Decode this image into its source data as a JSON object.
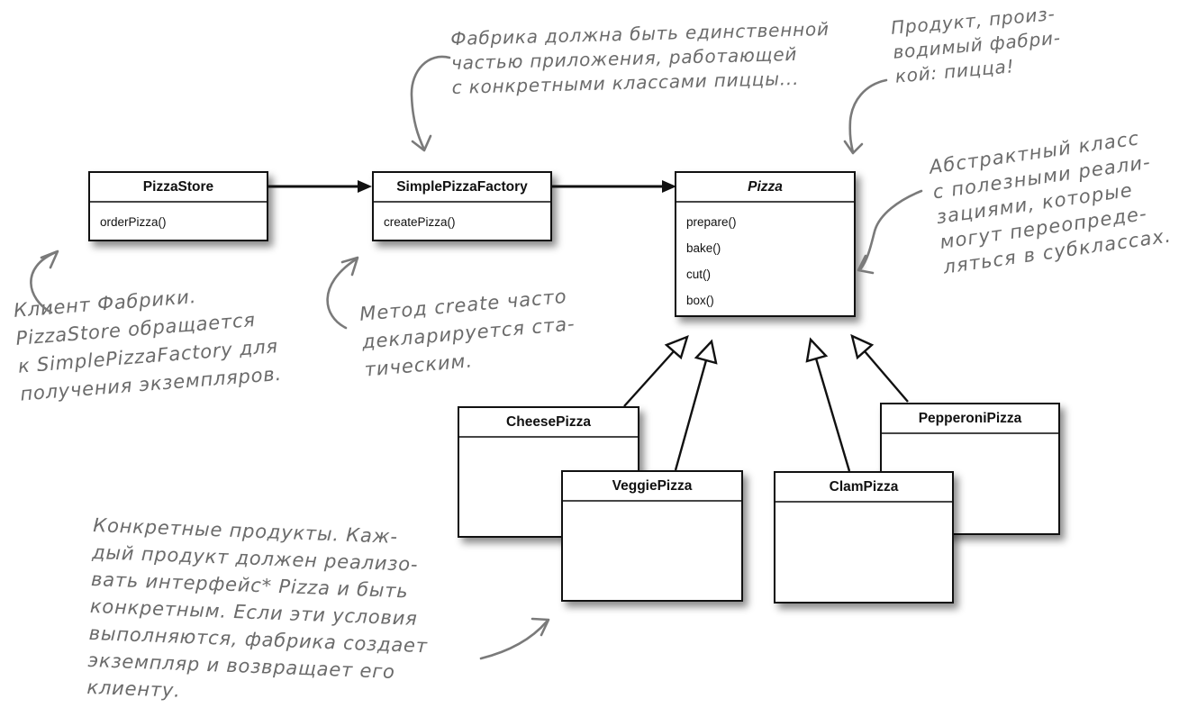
{
  "diagram": {
    "classes": {
      "pizza_store": {
        "name": "PizzaStore",
        "methods": [
          "orderPizza()"
        ]
      },
      "simple_pizza_factory": {
        "name": "SimplePizzaFactory",
        "methods": [
          "createPizza()"
        ]
      },
      "pizza": {
        "name": "Pizza",
        "abstract": true,
        "methods": [
          "prepare()",
          "bake()",
          "cut()",
          "box()"
        ]
      },
      "cheese_pizza": {
        "name": "CheesePizza",
        "methods": []
      },
      "veggie_pizza": {
        "name": "VeggiePizza",
        "methods": []
      },
      "clam_pizza": {
        "name": "ClamPizza",
        "methods": []
      },
      "pepperoni_pizza": {
        "name": "PepperoniPizza",
        "methods": []
      }
    },
    "annotations": {
      "factory_note": {
        "lines": [
          "Фабрика должна быть единственной",
          "частью приложения, работающей",
          "с конкретными классами пиццы..."
        ]
      },
      "product_note": {
        "lines": [
          "Продукт, произ-",
          "водимый фабри-",
          "кой: пицца!"
        ]
      },
      "abstract_note": {
        "lines": [
          "Абстрактный класс",
          "с полезными реали-",
          "зациями, которые",
          "могут переопреде-",
          "ляться в субклассах."
        ]
      },
      "client_note": {
        "lines": [
          "Клиент Фабрики.",
          "PizzaStore обращается",
          "к SimplePizzaFactory для",
          "получения экземпляров."
        ]
      },
      "static_note": {
        "lines": [
          "Метод create часто",
          "декларируется ста-",
          "тическим."
        ]
      },
      "concrete_note": {
        "lines": [
          "Конкретные продукты. Каж-",
          "дый продукт должен реализо-",
          "вать интерфейс* Pizza и быть",
          "конкретным. Если эти условия",
          "выполняются, фабрика создает",
          "экземпляр и возвращает его",
          "клиенту."
        ]
      }
    },
    "colors": {
      "annotation_gray": "#6b6b6b",
      "uml_line_black": "#111111",
      "background": "#ffffff"
    }
  }
}
